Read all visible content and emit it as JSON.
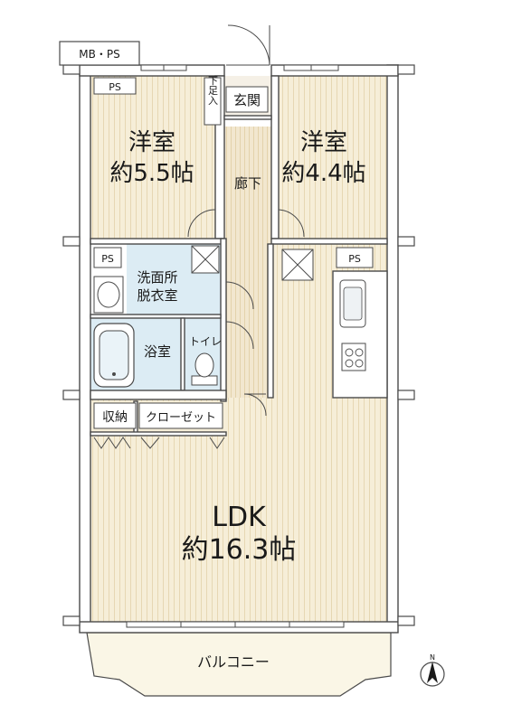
{
  "colors": {
    "wall": "#9a9a9a",
    "wall_edge": "#6f6f6f",
    "floor_wood": "#f6eed8",
    "floor_stripe": "#e9dcbc",
    "floor_wet": "#dcecf4",
    "floor_corridor": "#f2e7cf",
    "balcony": "#faf6e6",
    "outline": "#4a4a4a",
    "label_box": "#ffffff"
  },
  "labels": {
    "mb_ps": "MB・PS",
    "ps_top": "PS",
    "ps_left": "PS",
    "ps_right": "PS",
    "getabako": "下足入",
    "genkan": "玄関",
    "room1_name": "洋室",
    "room1_size": "約5.5帖",
    "room2_name": "洋室",
    "room2_size": "約4.4帖",
    "corridor": "廊下",
    "washroom_line1": "洗面所",
    "washroom_line2": "脱衣室",
    "bath": "浴室",
    "toilet": "トイレ",
    "storage": "収納",
    "closet": "クローゼット",
    "ldk_name": "LDK",
    "ldk_size": "約16.3帖",
    "balcony": "バルコニー",
    "north": "N"
  }
}
